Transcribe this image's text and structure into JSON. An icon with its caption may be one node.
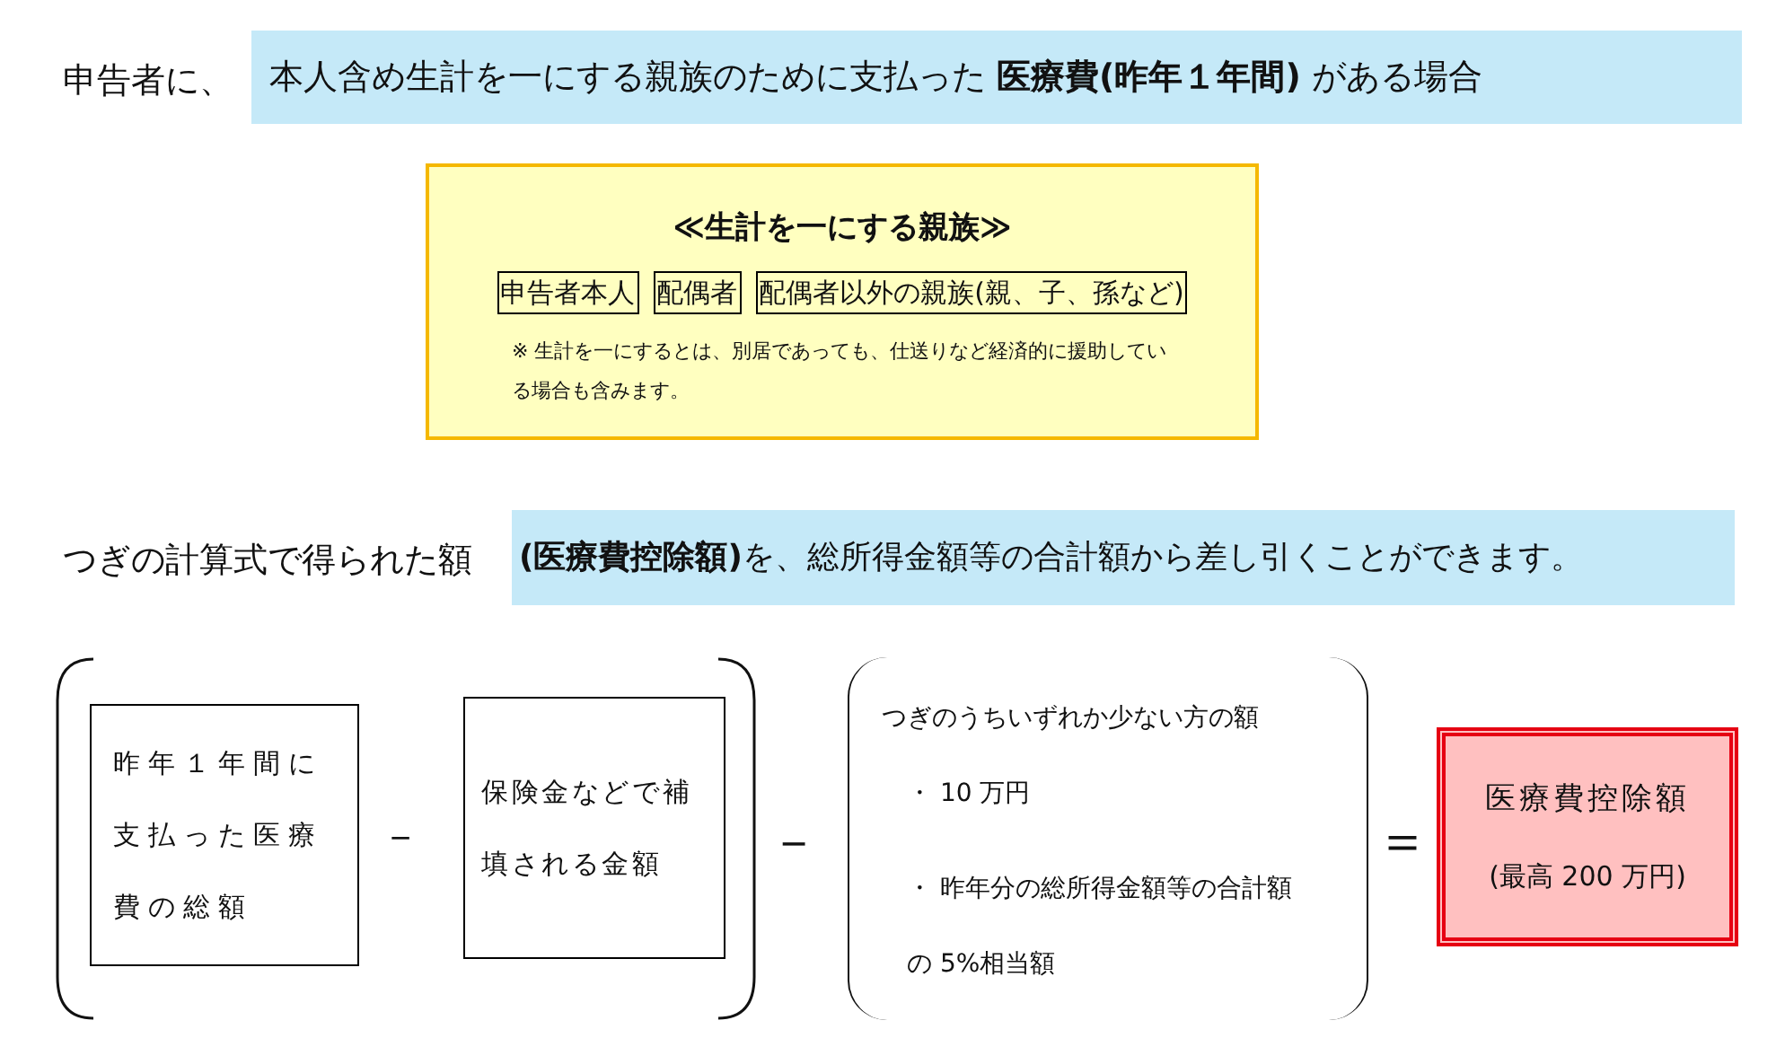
{
  "diagram": {
    "nodes": [
      {
        "text": [
          "本人含め生計を一にする親族のために支払った **医療費(昨年１年間)** がある場合"
        ]
      },
      {
        "text": [
          "≪生計を一にする親族≫",
          "※ 生計を一にするとは、別居であっても、仕送りなど経済的に援助している場合も含みます。"
        ]
      },
      {
        "text": [
          "申告者本人"
        ],
        "in": 1
      },
      {
        "text": [
          "配偶者"
        ],
        "in": 1
      },
      {
        "text": [
          "配偶者以外の親族(親、子、孫など)"
        ],
        "in": 1
      },
      {
        "text": [
          "**(医療費控除額)**を、総所得金額等の合計額から差し引くことができます。"
        ]
      },
      {
        "text": [
          "昨年１年間に支払った医療費の総額"
        ]
      },
      {
        "text": [
          "保険金などで補填される金額"
        ]
      },
      {
        "text": [
          "つぎのうちいずれか少ない方の額",
          "・ 10 万円",
          "・ 昨年分の総所得金額等の合計額の 5%相当額"
        ]
      },
      {
        "text": [
          "医療費控除額",
          "(最高 200 万円)"
        ]
      }
    ],
    "edges": [],
    "labels": [
      "申告者に、",
      "つぎの計算式で得られた額",
      "－",
      "－",
      "＝"
    ]
  }
}
